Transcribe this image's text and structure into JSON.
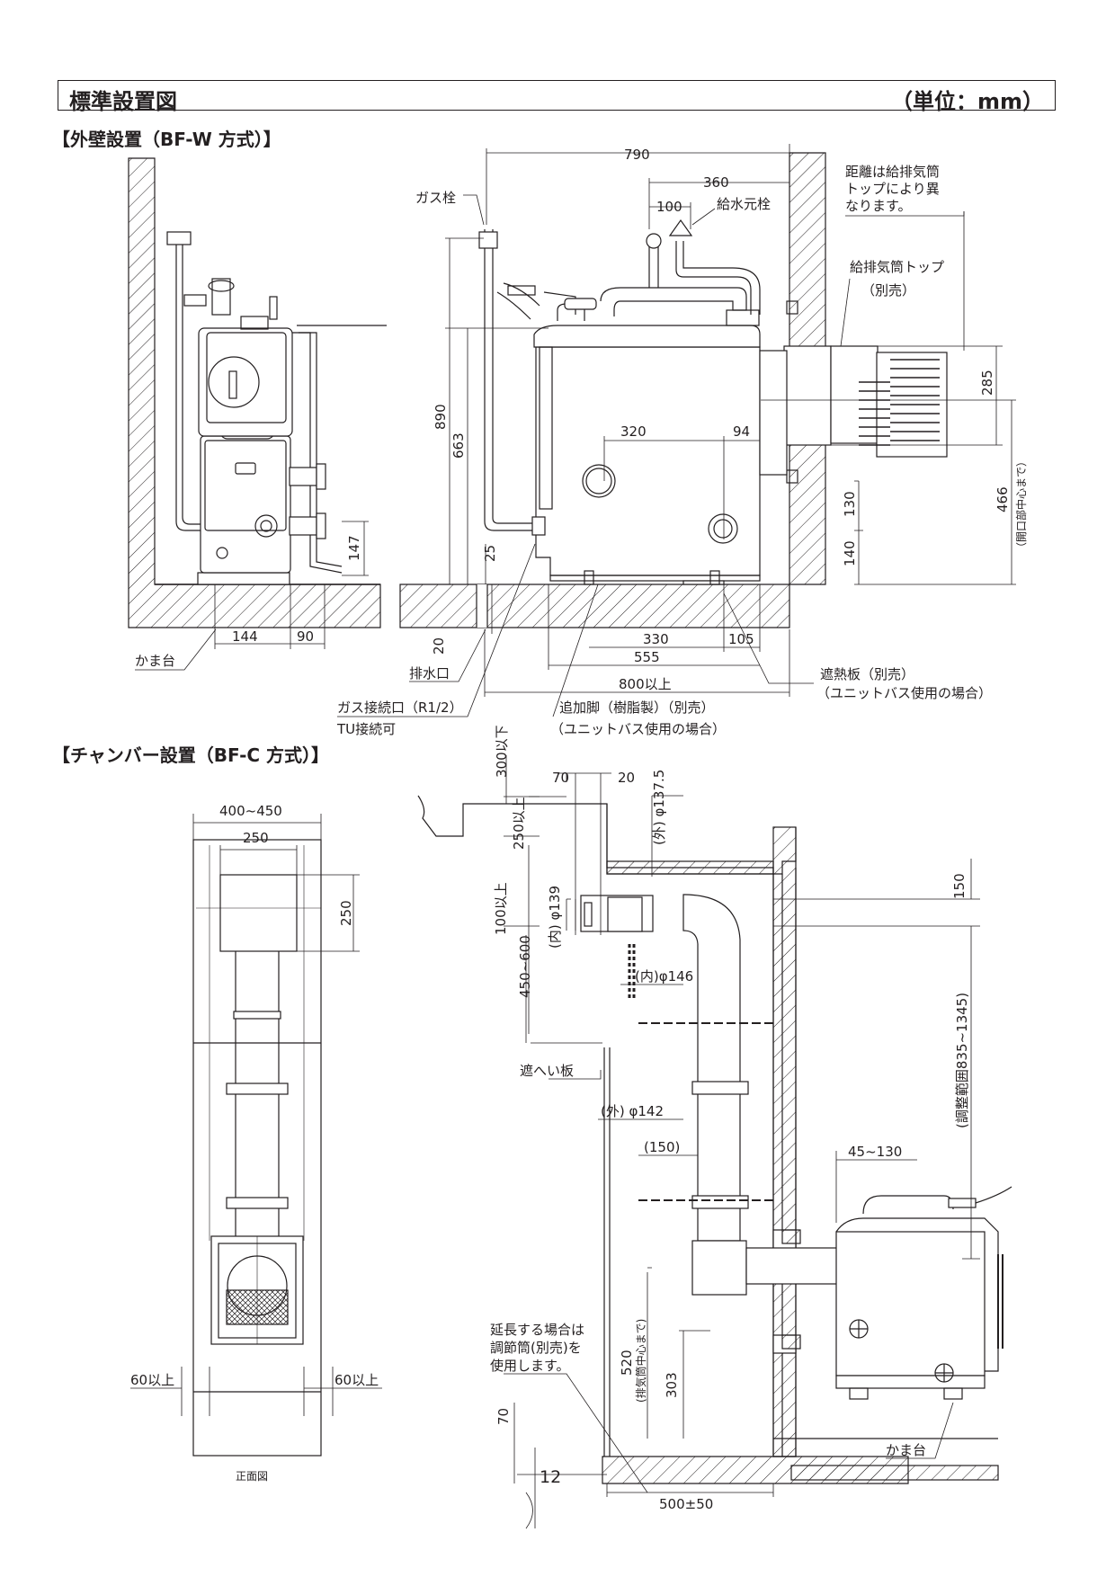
{
  "header": {
    "title": "標準設置図",
    "unit": "（単位：mm）"
  },
  "sections": {
    "bfw": "【外壁設置（BF-W 方式）】",
    "bfc": "【チャンバー設置（BF-C 方式）】"
  },
  "bfw": {
    "dims": {
      "d790": "790",
      "d360": "360",
      "d100": "100",
      "d890": "890",
      "d663": "663",
      "d320": "320",
      "d94": "94",
      "d25": "25",
      "d20": "20",
      "d285": "285",
      "d130": "130",
      "d140": "140",
      "d466": "466",
      "d466_note": "（開口部中心まで）",
      "d147": "147",
      "d144": "144",
      "d90": "90",
      "d330": "330",
      "d105": "105",
      "d555": "555",
      "d800": "800以上"
    },
    "labels": {
      "gas_valve": "ガス栓",
      "water_valve": "給水元栓",
      "distance_note_1": "距離は給排気筒",
      "distance_note_2": "トップにより異",
      "distance_note_3": "なります。",
      "flue_top": "給排気筒トップ",
      "flue_top_sub": "（別売）",
      "kamadai": "かま台",
      "drain": "排水口",
      "gas_conn": "ガス接続口（R1/2）",
      "tu_conn": "TU接続可",
      "extra_leg": "追加脚（樹脂製）（別売）",
      "extra_leg_sub": "（ユニットバス使用の場合）",
      "heat_shield": "遮熱板（別売）",
      "heat_shield_sub": "（ユニットバス使用の場合）"
    }
  },
  "bfc": {
    "dims": {
      "d400": "400~450",
      "d250w": "250",
      "d250h": "250",
      "d60l": "60以上",
      "d60r": "60以上",
      "d300": "300以下",
      "d70": "70",
      "d20": "20",
      "d137": "(外) φ137.5",
      "d250up": "250以上",
      "d100up": "100以上",
      "d139": "(内) φ139",
      "d450": "450~600",
      "d146": "(内)φ146",
      "d142": "(外) φ142",
      "d150p": "(150)",
      "d45": "45~130",
      "d150": "150",
      "adjust": "(調整範囲835~1345)",
      "d520": "520",
      "d520_note": "(排気筒中心まで)",
      "d303": "303",
      "d70b": "70",
      "d500": "500±50"
    },
    "labels": {
      "front_view": "正面図",
      "baffle": "遮へい板",
      "extend_1": "延長する場合は",
      "extend_2": "調節筒(別売)を",
      "extend_3": "使用します。",
      "kamadai": "かま台"
    }
  },
  "page_number": "12"
}
